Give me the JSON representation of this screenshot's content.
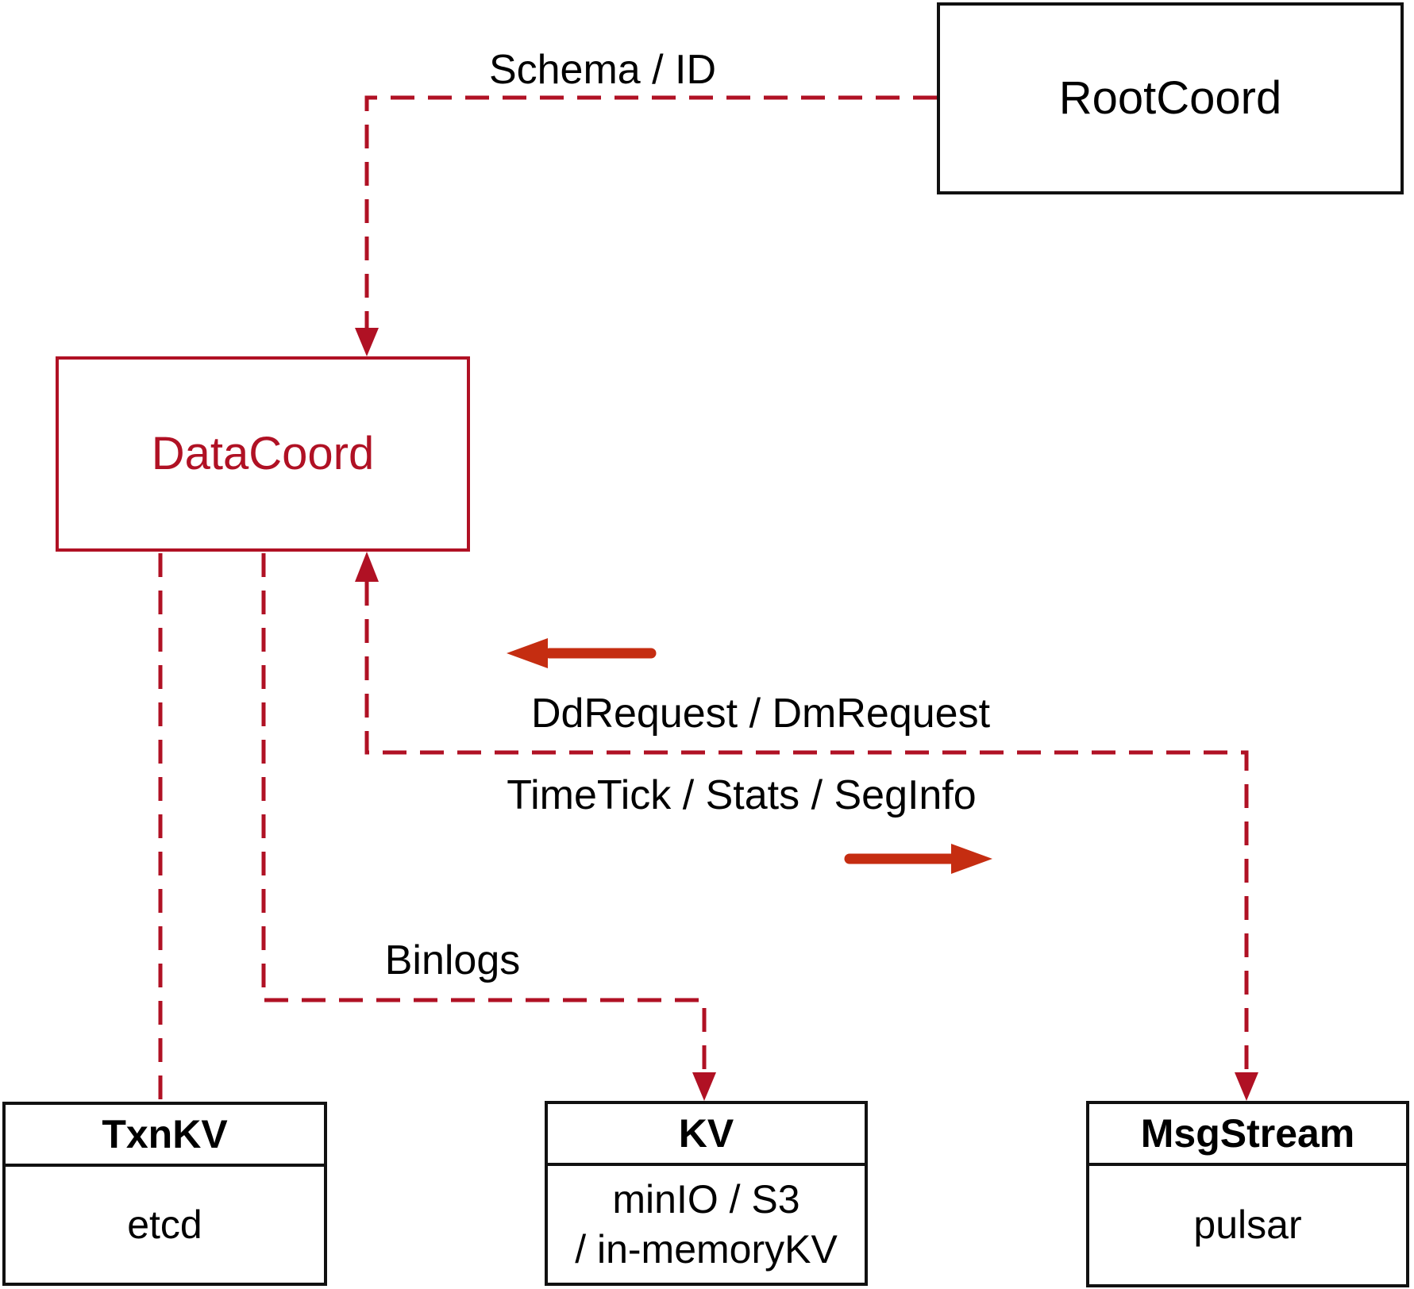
{
  "diagram": {
    "nodes": {
      "root_coord": {
        "title": "RootCoord"
      },
      "data_coord": {
        "title": "DataCoord"
      },
      "txn_kv": {
        "title": "TxnKV",
        "body": "etcd"
      },
      "kv": {
        "title": "KV",
        "body_line1": "minIO / S3",
        "body_line2": "/ in-memoryKV"
      },
      "msg_stream": {
        "title": "MsgStream",
        "body": "pulsar"
      }
    },
    "edge_labels": {
      "schema_id": "Schema / ID",
      "dd_request": "DdRequest / DmRequest",
      "time_tick": "TimeTick / Stats / SegInfo",
      "binlogs": "Binlogs"
    },
    "colors": {
      "dashed_line": "#b01124",
      "solid_arrow": "#c52d11",
      "node_border": "#111111",
      "data_coord_accent": "#b01124",
      "text": "#000000",
      "background": "#ffffff"
    }
  }
}
